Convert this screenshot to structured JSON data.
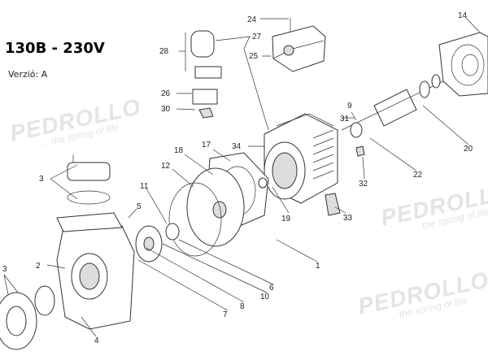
{
  "header": {
    "title": "130B - 230V",
    "version": "Verzió: A"
  },
  "watermark": {
    "brand": "PEDROLLO",
    "tagline": "... the spring of life"
  },
  "parts": {
    "p24": "24",
    "p27": "27",
    "p28": "28",
    "p25": "25",
    "p14": "14",
    "p26": "26",
    "p30": "30",
    "p9": "9",
    "p31": "31",
    "p34": "34",
    "p17": "17",
    "p18": "18",
    "p12": "12",
    "p20": "20",
    "p22": "22",
    "p32": "32",
    "p19": "19",
    "p33": "33",
    "p11": "11",
    "p3a": "3",
    "p5": "5",
    "p1": "1",
    "p2": "2",
    "p6": "6",
    "p10": "10",
    "p8": "8",
    "p7": "7",
    "p3b": "3",
    "p4": "4"
  }
}
